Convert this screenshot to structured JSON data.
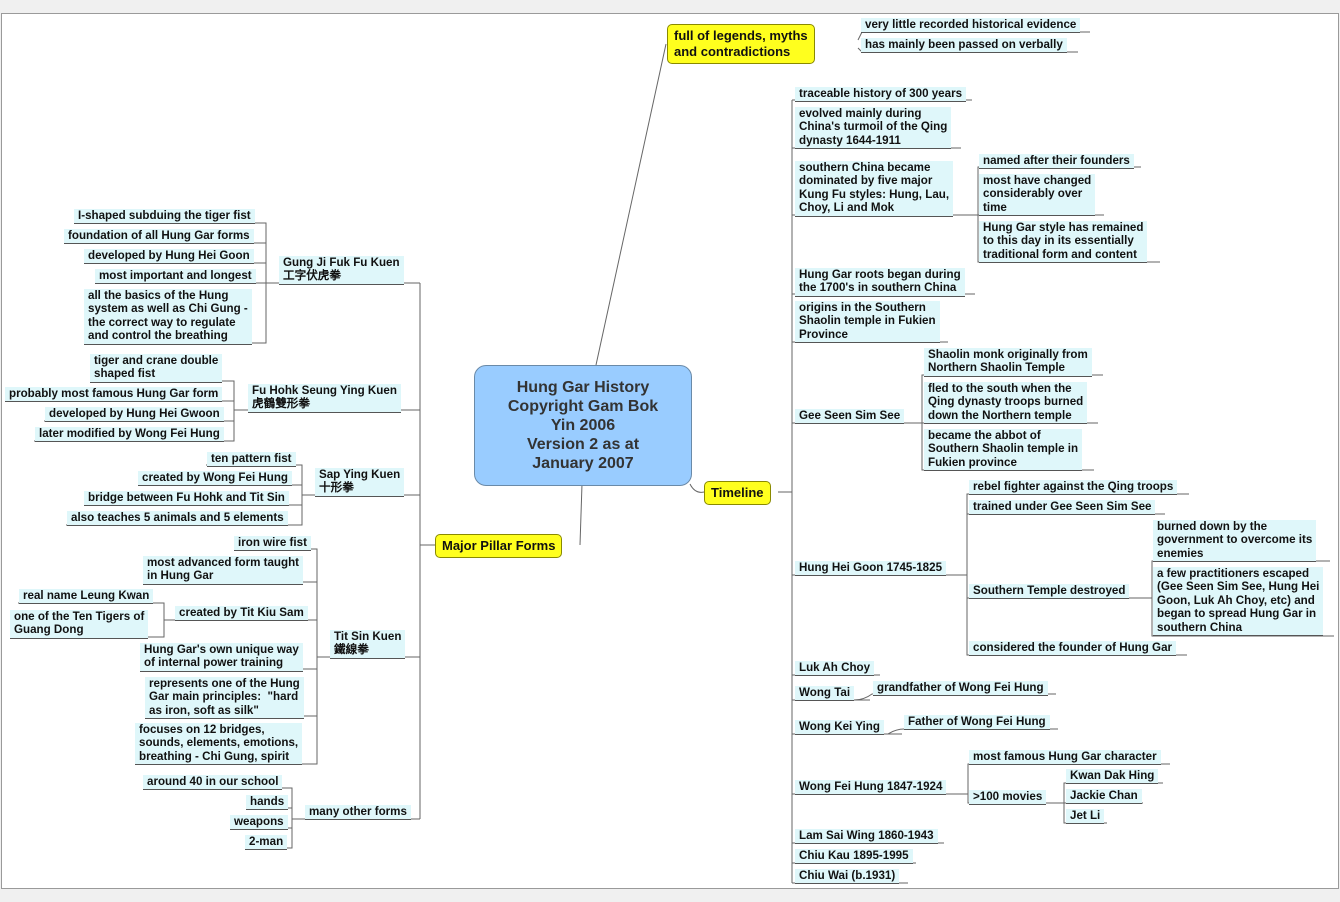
{
  "center": {
    "title": "Hung Gar History\nCopyright Gam Bok\nYin 2006\nVersion 2 as at\nJanuary 2007"
  },
  "legends": {
    "label": "full of legends, myths\nand contradictions",
    "items": [
      "very little recorded historical evidence",
      "has mainly been passed on verbally"
    ]
  },
  "timeline": {
    "label": "Timeline",
    "traceable": "traceable history of 300 years",
    "evolved": "evolved mainly during\nChina's turmoil of the Qing\ndynasty 1644-1911",
    "southern": "southern China became\ndominated by five major\nKung Fu styles: Hung, Lau,\nChoy, Li and Mok",
    "southern_items": [
      "named after their founders",
      "most have changed\nconsiderably over\ntime",
      "Hung Gar style has remained\nto this day in its essentially\ntraditional form and content"
    ],
    "roots": "Hung Gar roots began during\nthe 1700's in southern China",
    "origins": "origins in the Southern\nShaolin temple in Fukien\nProvince",
    "gee": "Gee Seen Sim See",
    "gee_items": [
      "Shaolin monk originally from\nNorthern Shaolin Temple",
      "fled to the south when the\nQing dynasty troops burned\ndown the Northern temple",
      "became the abbot of\nSouthern Shaolin temple in\nFukien province"
    ],
    "hunghei": "Hung Hei Goon 1745-1825",
    "hunghei_items": [
      "rebel fighter against the Qing troops",
      "trained under Gee Seen Sim See",
      "Southern Temple destroyed",
      "considered the founder of Hung Gar"
    ],
    "destroyed_items": [
      "burned down by the\ngovernment to overcome its\nenemies",
      "a few practitioners escaped\n(Gee Seen Sim See, Hung Hei\nGoon, Luk Ah Choy, etc) and\nbegan to spread Hung Gar in\nsouthern China"
    ],
    "luk": "Luk Ah Choy",
    "wongtai": "Wong Tai",
    "wongtai_item": "grandfather of Wong Fei Hung",
    "wongkei": "Wong Kei Ying",
    "wongkei_item": "Father of Wong Fei Hung",
    "wongfei": "Wong Fei Hung 1847-1924",
    "wongfei_items": [
      "most famous Hung Gar character",
      ">100 movies"
    ],
    "movies": [
      "Kwan Dak Hing",
      "Jackie Chan",
      "Jet Li"
    ],
    "lam": "Lam Sai Wing 1860-1943",
    "chiukau": "Chiu Kau 1895-1995",
    "chiuwai": "Chiu Wai (b.1931)"
  },
  "pillar": {
    "label": "Major Pillar Forms",
    "gung": "Gung Ji Fuk Fu Kuen\n工字伏虎拳",
    "gung_items": [
      "I-shaped subduing the tiger fist",
      "foundation of all Hung Gar forms",
      "developed by Hung Hei Goon",
      "most important and longest",
      "all the basics of the Hung\nsystem as well as Chi Gung -\nthe correct way to regulate\nand control the breathing"
    ],
    "fu": "Fu Hohk Seung Ying Kuen\n虎鶴雙形拳",
    "fu_items": [
      "tiger and crane double\nshaped fist",
      "probably most famous Hung Gar form",
      "developed by Hung Hei Gwoon",
      "later modified by Wong Fei Hung"
    ],
    "sap": "Sap Ying Kuen\n十形拳",
    "sap_items": [
      "ten pattern fist",
      "created by Wong Fei Hung",
      "bridge between Fu Hohk and Tit Sin",
      "also teaches 5 animals and 5 elements"
    ],
    "tit": "Tit Sin Kuen\n鐵線拳",
    "tit_items": [
      "iron wire fist",
      "most advanced form taught\nin Hung Gar",
      "created by Tit Kiu Sam",
      "Hung Gar's own unique way\nof internal power training",
      "represents one of the Hung\nGar main principles:  \"hard\nas iron, soft as silk\"",
      "focuses on 12 bridges,\nsounds, elements, emotions,\nbreathing - Chi Gung, spirit"
    ],
    "titkiu_items": [
      "real name Leung Kwan",
      "one of the Ten Tigers of\nGuang Dong"
    ],
    "other": "many other forms",
    "other_items": [
      "around 40 in our school",
      "hands",
      "weapons",
      "2-man"
    ]
  }
}
